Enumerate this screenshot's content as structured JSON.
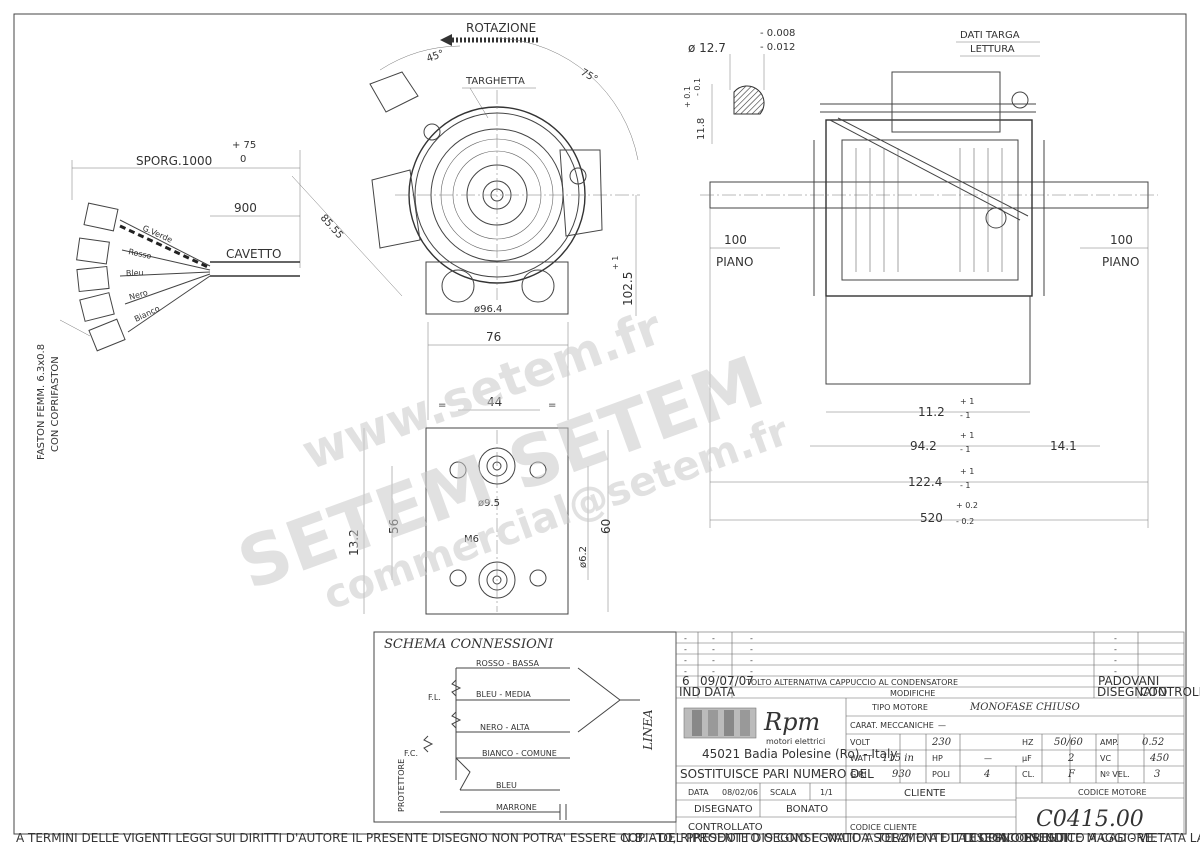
{
  "labels": {
    "rotazione": "ROTAZIONE",
    "targhetta": "TARGHETTA",
    "angle45": "45°",
    "angle75": "75°",
    "sporg": "SPORG.1000",
    "sporg_tol_plus": "+ 75",
    "sporg_tol_zero": "0",
    "d900": "900",
    "cavetto": "CAVETTO",
    "faston": "FASTON FEMM. 6.3x0.8",
    "coprifaston": "CON COPRIFASTON",
    "wires": [
      "G.Verde",
      "Rosso",
      "Bleu",
      "Nero",
      "Bianco"
    ],
    "r85": "85.55",
    "d96": "ø96.4",
    "d102": "102.5",
    "d102_tol": "+ 1",
    "d76": "76",
    "d44": "44",
    "d95": "ø9.5",
    "m6": "M6",
    "d56": "56",
    "d132": "13.2",
    "d60": "60",
    "d62": "ø6.2",
    "eq": "=",
    "shaft_d": "ø 12.7",
    "shaft_tol1": "- 0.008",
    "shaft_tol2": "- 0.012",
    "flat_d": "11.8",
    "flat_tol": "+ 0.1",
    "flat_tol2": "- 0.1",
    "dati_targa": "DATI TARGA",
    "lettura": "LETTURA",
    "d100": "100",
    "piano": "PIANO",
    "d112": "11.2",
    "d942": "94.2",
    "d141": "14.1",
    "d1224": "122.4",
    "d520": "520",
    "tol_p1": "+ 1",
    "tol_m1": "- 1",
    "tol_p02": "+ 0.2",
    "tol_m02": "- 0.2",
    "watermark_url": "www.setem.fr",
    "watermark_brand": "SETEM SETEM",
    "watermark_mail": "commercial@setem.fr"
  },
  "schema": {
    "title": "SCHEMA CONNESSIONI",
    "rosso": "ROSSO - BASSA",
    "bleu": "BLEU - MEDIA",
    "nero": "NERO - ALTA",
    "bianco": "BIANCO - COMUNE",
    "bleu2": "BLEU",
    "marrone": "MARRONE",
    "fl": "F.L.",
    "fc": "F.C.",
    "linea": "LINEA",
    "protettore": "PROTETTORE"
  },
  "revisions": {
    "rows": [
      {
        "ind": "-",
        "data": "-",
        "mod": "-",
        "dis": "-",
        "ctrl": ""
      },
      {
        "ind": "-",
        "data": "-",
        "mod": "-",
        "dis": "-",
        "ctrl": ""
      },
      {
        "ind": "-",
        "data": "-",
        "mod": "-",
        "dis": "-",
        "ctrl": ""
      },
      {
        "ind": "-",
        "data": "-",
        "mod": "-",
        "dis": "-",
        "ctrl": ""
      },
      {
        "ind": "6",
        "data": "09/07/07",
        "mod": "TOLTO ALTERNATIVA CAPPUCCIO AL CONDENSATORE",
        "dis": "PADOVANI",
        "ctrl": ""
      }
    ],
    "header_ind": "IND",
    "header_data": "DATA",
    "header_mod": "MODIFICHE",
    "header_dis": "DISEGNATO",
    "header_ctrl": "CONTROLLATO"
  },
  "company": {
    "name": "Rpm",
    "subtitle": "motori elettrici",
    "address": "45021 Badia Polesine (Ro) - Italy"
  },
  "specs": {
    "tipo_motore_label": "TIPO MOTORE",
    "tipo_motore": "MONOFASE CHIUSO",
    "carat_label": "CARAT. MECCANICHE",
    "carat": "—",
    "volt_label": "VOLT",
    "volt": "230",
    "hz_label": "HZ",
    "hz": "50/60",
    "amp_label": "AMP.",
    "amp": "0.52",
    "watt_label": "WATT",
    "watt": "115 in",
    "hp_label": "HP",
    "hp": "—",
    "uf_label": "µF",
    "uf": "2",
    "vc_label": "VC",
    "vc": "450",
    "giri_label": "GIRI",
    "giri": "930",
    "poli_label": "POLI",
    "poli": "4",
    "cl_label": "CL.",
    "cl": "F",
    "vel_label": "Nº VEL.",
    "vel": "3"
  },
  "footer_block": {
    "sostituisce": "SOSTITUISCE PARI NUMERO DEL",
    "sostituisce_val": "-",
    "data_label": "DATA",
    "data": "08/02/06",
    "scala_label": "SCALA",
    "scala": "1/1",
    "disegnato_label": "DISEGNATO",
    "disegnato": "BONATO",
    "controllato_label": "CONTROLLATO",
    "cliente_label": "CLIENTE",
    "codice_cliente_label": "CODICE CLIENTE",
    "codice_motore_label": "CODICE MOTORE",
    "codice_motore": "C0415.00"
  },
  "notes": {
    "copyright": "A TERMINI DELLE VIGENTI LEGGI SUI DIRITTI D'AUTORE IL PRESENTE DISEGNO NON POTRA' ESSERE COPIATO, RIPRODOTTO O CONSEGNATO A TERZI O A DITTE CONCORRENTI.",
    "nb": "N.B. - DEL PRESENTE DISEGNO E' VALIDA SOLAMENTE LA COPIA CON INDICE MAGGIORE.",
    "cad": "DISEGNO ESEGUITO A CAD - VIETATA LA MODIFICA MANUALE"
  }
}
